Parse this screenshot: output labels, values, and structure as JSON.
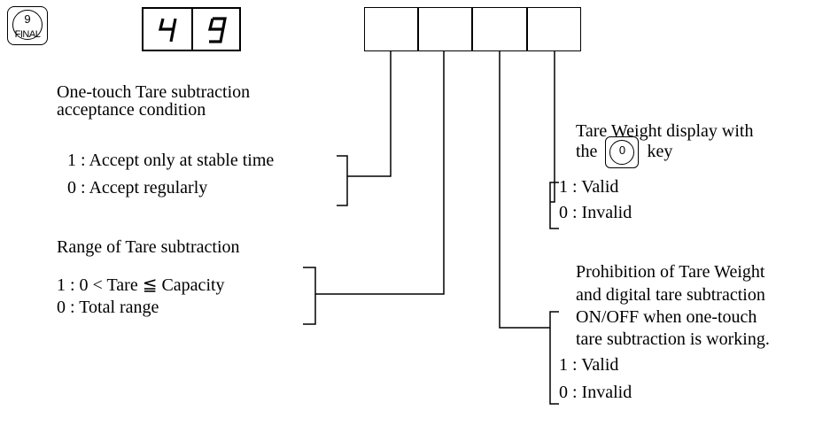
{
  "final_key": {
    "number": "9",
    "label": "FINAL"
  },
  "display_digits": [
    "4",
    "9"
  ],
  "settings": [
    {
      "title_lines": [
        "One-touch Tare subtraction",
        "acceptance condition"
      ],
      "options": [
        "1 : Accept only at stable time",
        "0 : Accept regularly"
      ]
    },
    {
      "title_lines": [
        "Range of Tare subtraction"
      ],
      "options": [
        "1 : 0 < Tare ≦ Capacity",
        "0 : Total range"
      ]
    },
    {
      "title_lines": [
        "Prohibition of Tare Weight",
        "and digital tare subtraction",
        "ON/OFF when one-touch",
        "tare subtraction is working."
      ],
      "options": [
        "1 : Valid",
        "0 : Invalid"
      ]
    },
    {
      "title_line1": "Tare Weight display with",
      "title_line2_prefix": "the",
      "title_line2_suffix": "key",
      "key_symbol": "0",
      "options": [
        "1 : Valid",
        "0 : Invalid"
      ]
    }
  ]
}
